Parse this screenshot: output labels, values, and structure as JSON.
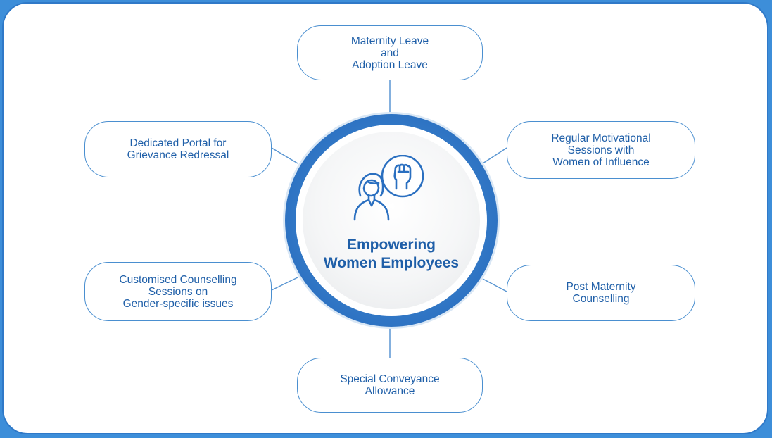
{
  "diagram": {
    "center_title_line1": "Empowering",
    "center_title_line2": "Women Employees",
    "center_icon": "woman-with-raised-fist-icon",
    "nodes": [
      {
        "label": "Maternity Leave\nand\nAdoption Leave"
      },
      {
        "label": "Regular Motivational\nSessions with\nWomen of Influence"
      },
      {
        "label": "Post Maternity\nCounselling"
      },
      {
        "label": "Special Conveyance\nAllowance"
      },
      {
        "label": "Customised Counselling\nSessions on\nGender-specific issues"
      },
      {
        "label": "Dedicated Portal for\nGrievance Redressal"
      }
    ]
  },
  "colors": {
    "outer_background": "#3d8ed9",
    "accent": "#2a6fc0",
    "text": "#1f5fa8",
    "node_border": "#4a8fd0"
  }
}
